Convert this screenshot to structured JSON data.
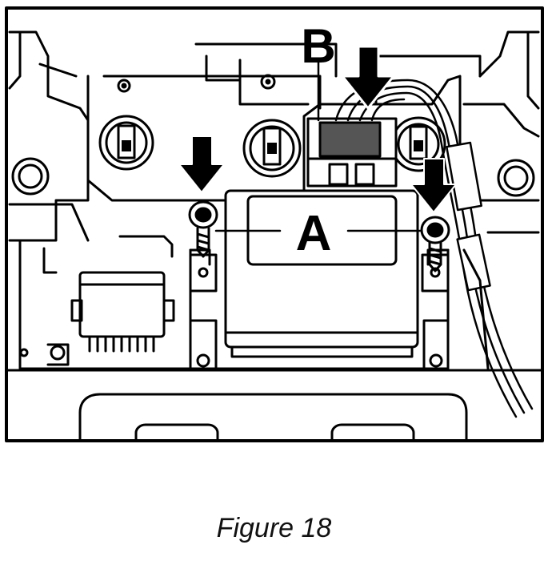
{
  "figure": {
    "caption": "Figure 18",
    "callouts": {
      "a": "A",
      "b": "B"
    }
  }
}
